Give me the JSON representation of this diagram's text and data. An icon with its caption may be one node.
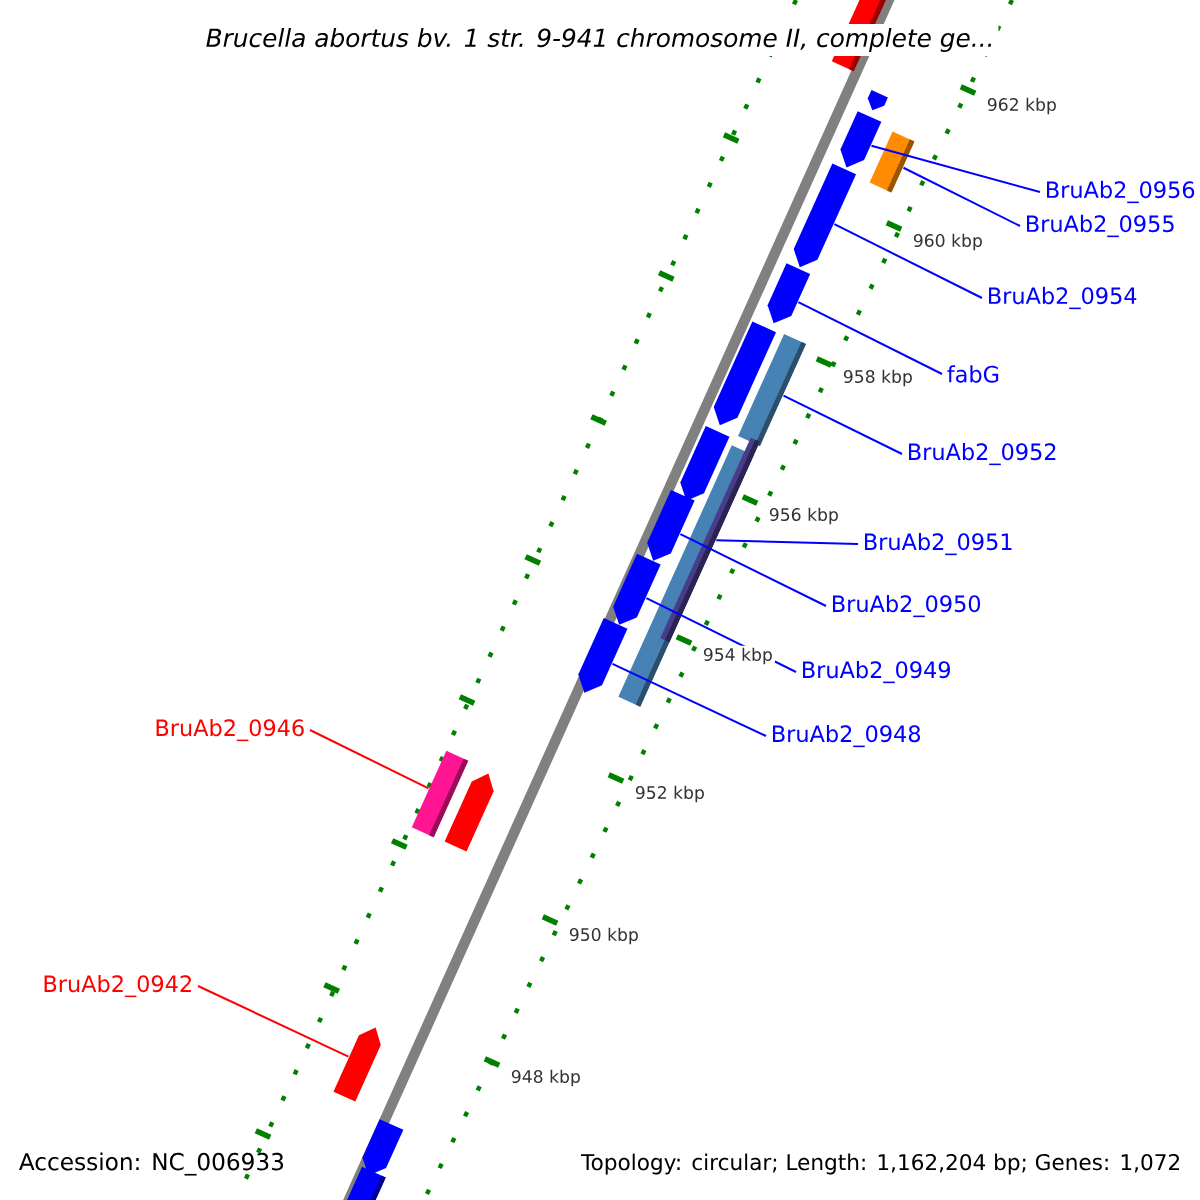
{
  "diagram": {
    "title": "Brucella abortus bv. 1 str. 9-941 chromosome II, complete ge...",
    "nodes": [
      {
        "text": [
          "BruAb2_0956"
        ]
      },
      {
        "text": [
          "BruAb2_0955"
        ]
      },
      {
        "text": [
          "BruAb2_0954"
        ]
      },
      {
        "text": [
          "fabG"
        ]
      },
      {
        "text": [
          "BruAb2_0952"
        ]
      },
      {
        "text": [
          "BruAb2_0951"
        ]
      },
      {
        "text": [
          "BruAb2_0950"
        ]
      },
      {
        "text": [
          "BruAb2_0949"
        ]
      },
      {
        "text": [
          "BruAb2_0948"
        ]
      },
      {
        "text": [
          "BruAb2_0946"
        ]
      },
      {
        "text": [
          "BruAb2_0942"
        ]
      },
      {
        "text": [],
        "shape": "bar"
      },
      {
        "text": [],
        "shape": "bar"
      },
      {
        "text": [],
        "shape": "bar"
      },
      {
        "text": [],
        "shape": "bar"
      },
      {
        "text": [],
        "shape": "bar"
      },
      {
        "text": [],
        "shape": "bar"
      },
      {
        "text": [],
        "shape": "bar"
      },
      {
        "text": [],
        "shape": "bar"
      },
      {
        "text": [],
        "shape": "bar"
      },
      {
        "text": [],
        "shape": "bar"
      },
      {
        "text": [],
        "shape": "bar"
      },
      {
        "text": [],
        "shape": "bar"
      },
      {
        "text": [],
        "shape": "bar"
      },
      {
        "text": [],
        "shape": "bar"
      },
      {
        "text": [],
        "shape": "bar"
      },
      {
        "text": [],
        "shape": "bar"
      },
      {
        "text": [],
        "shape": "bar"
      },
      {
        "text": [],
        "shape": "bar"
      },
      {
        "text": [],
        "shape": "bar"
      }
    ],
    "edges": [
      {
        "from": 0,
        "to": 13,
        "arrow": "none"
      },
      {
        "from": 1,
        "to": 14,
        "arrow": "none"
      },
      {
        "from": 2,
        "to": 15,
        "arrow": "none"
      },
      {
        "from": 3,
        "to": 16,
        "arrow": "none"
      },
      {
        "from": 4,
        "to": 18,
        "arrow": "none"
      },
      {
        "from": 5,
        "to": 21,
        "arrow": "none"
      },
      {
        "from": 6,
        "to": 22,
        "arrow": "none"
      },
      {
        "from": 7,
        "to": 23,
        "arrow": "none"
      },
      {
        "from": 8,
        "to": 24,
        "arrow": "none"
      },
      {
        "from": 9,
        "to": 25,
        "arrow": "none",
        "color": "#ff0000"
      },
      {
        "from": 10,
        "to": 27,
        "arrow": "none",
        "color": "#ff0000"
      }
    ],
    "labels": [
      "962 kbp",
      "960 kbp",
      "958 kbp",
      "956 kbp",
      "954 kbp",
      "952 kbp",
      "950 kbp",
      "948 kbp",
      "Accession: NC_006933",
      "Topology: circular; Length: 1,162,204 bp; Genes: 1,072"
    ]
  }
}
